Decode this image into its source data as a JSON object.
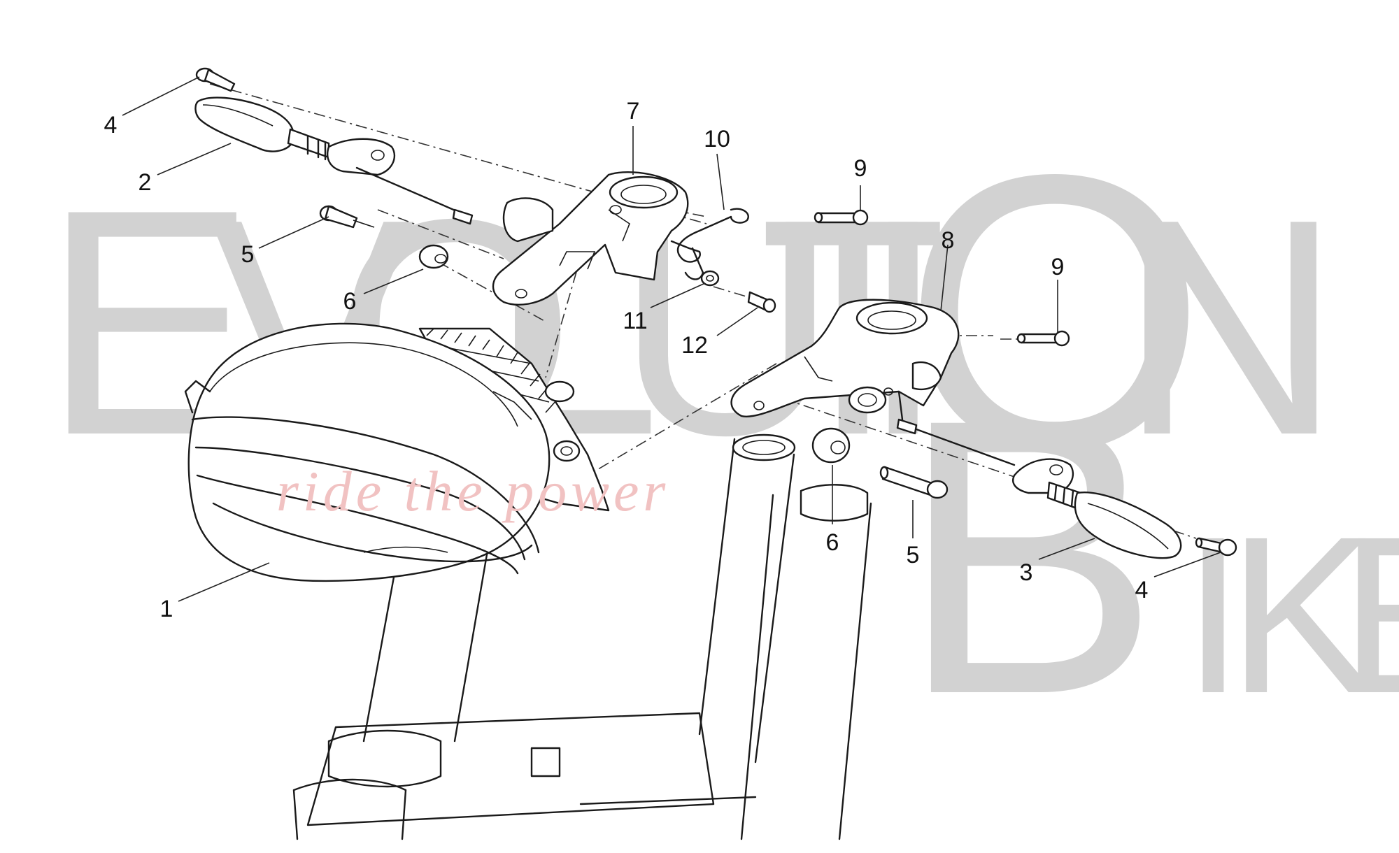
{
  "watermark": {
    "brand_top": "EvOLUTIOn",
    "brand_bottom": "BIKE",
    "tagline": "ride the power",
    "letters_top": [
      "E",
      "V",
      "O",
      "L",
      "U",
      "T",
      "I",
      "O",
      "N"
    ],
    "letters_bottom": [
      "B",
      "I",
      "K",
      "E"
    ],
    "color": "#d2d2d2",
    "tagline_color": "#f1c2c2"
  },
  "diagram": {
    "subject": "headlight and turn indicators exploded view",
    "callouts": [
      {
        "id": "callout-1-headlight",
        "label": "1"
      },
      {
        "id": "callout-2-left-indicator",
        "label": "2"
      },
      {
        "id": "callout-3-right-indicator",
        "label": "3"
      },
      {
        "id": "callout-4-left-screw",
        "label": "4"
      },
      {
        "id": "callout-4-right-screw",
        "label": "4"
      },
      {
        "id": "callout-5-left-bolt",
        "label": "5"
      },
      {
        "id": "callout-5-right-bolt",
        "label": "5"
      },
      {
        "id": "callout-6-left-spacer",
        "label": "6"
      },
      {
        "id": "callout-6-right-spacer",
        "label": "6"
      },
      {
        "id": "callout-7-left-bracket",
        "label": "7"
      },
      {
        "id": "callout-8-right-bracket",
        "label": "8"
      },
      {
        "id": "callout-9-upper-pin",
        "label": "9"
      },
      {
        "id": "callout-9-right-pin",
        "label": "9"
      },
      {
        "id": "callout-10-spring",
        "label": "10"
      },
      {
        "id": "callout-11-washer",
        "label": "11"
      },
      {
        "id": "callout-12-screw",
        "label": "12"
      }
    ]
  }
}
